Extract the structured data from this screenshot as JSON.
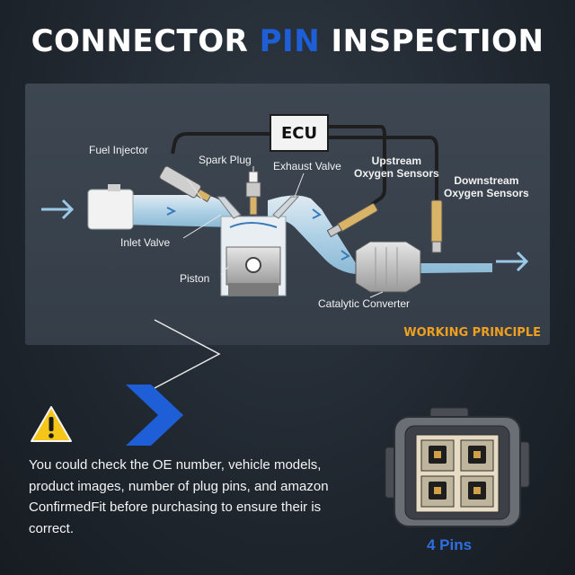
{
  "header": {
    "title_part1": "CONNECTOR ",
    "title_accent": "PIN",
    "title_part2": " INSPECTION"
  },
  "diagram": {
    "ecu": "ECU",
    "labels": {
      "fuel_injector": "Fuel Injector",
      "spark_plug": "Spark Plug",
      "exhaust_valve": "Exhaust Valve",
      "upstream_1": "Upstream",
      "upstream_2": "Oxygen Sensors",
      "downstream_1": "Downstream",
      "downstream_2": "Oxygen Sensors",
      "inlet_valve": "Inlet Valve",
      "piston": "Piston",
      "catalytic_converter": "Catalytic Converter"
    },
    "caption": "WORKING PRINCIPLE",
    "caption_color": "#f0a020"
  },
  "warning": {
    "icon": "warning-triangle-icon",
    "text": "You could check the OE number, vehicle models, product images, number of plug pins, and amazon ConfirmedFit before purchasing to ensure their is correct."
  },
  "connector": {
    "icon": "connector-icon",
    "pins_label": "4 Pins"
  },
  "colors": {
    "accent": "#1e5fd8",
    "panel": "#3a434e",
    "orange": "#f0a020"
  }
}
